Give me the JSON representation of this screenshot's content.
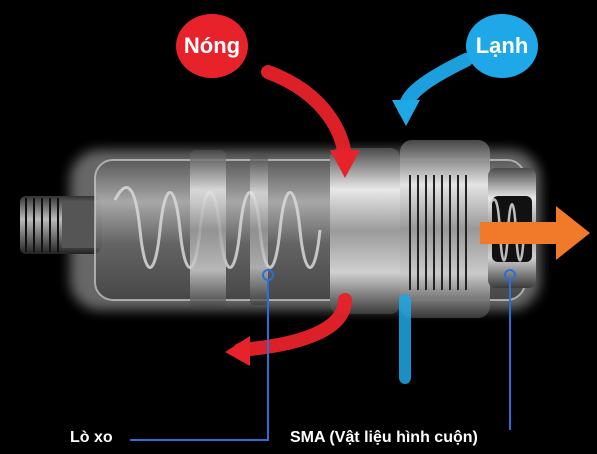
{
  "labels": {
    "hot": "Nóng",
    "cold": "Lạnh",
    "spring": "Lò xo",
    "sma": "SMA (Vật liệu hình cuộn)"
  },
  "colors": {
    "hot": "#e8222a",
    "cold": "#1ea8e8",
    "mixed_outflow": "#f07a2a",
    "callout_line": "#2b6fd6",
    "background": "#000000"
  }
}
